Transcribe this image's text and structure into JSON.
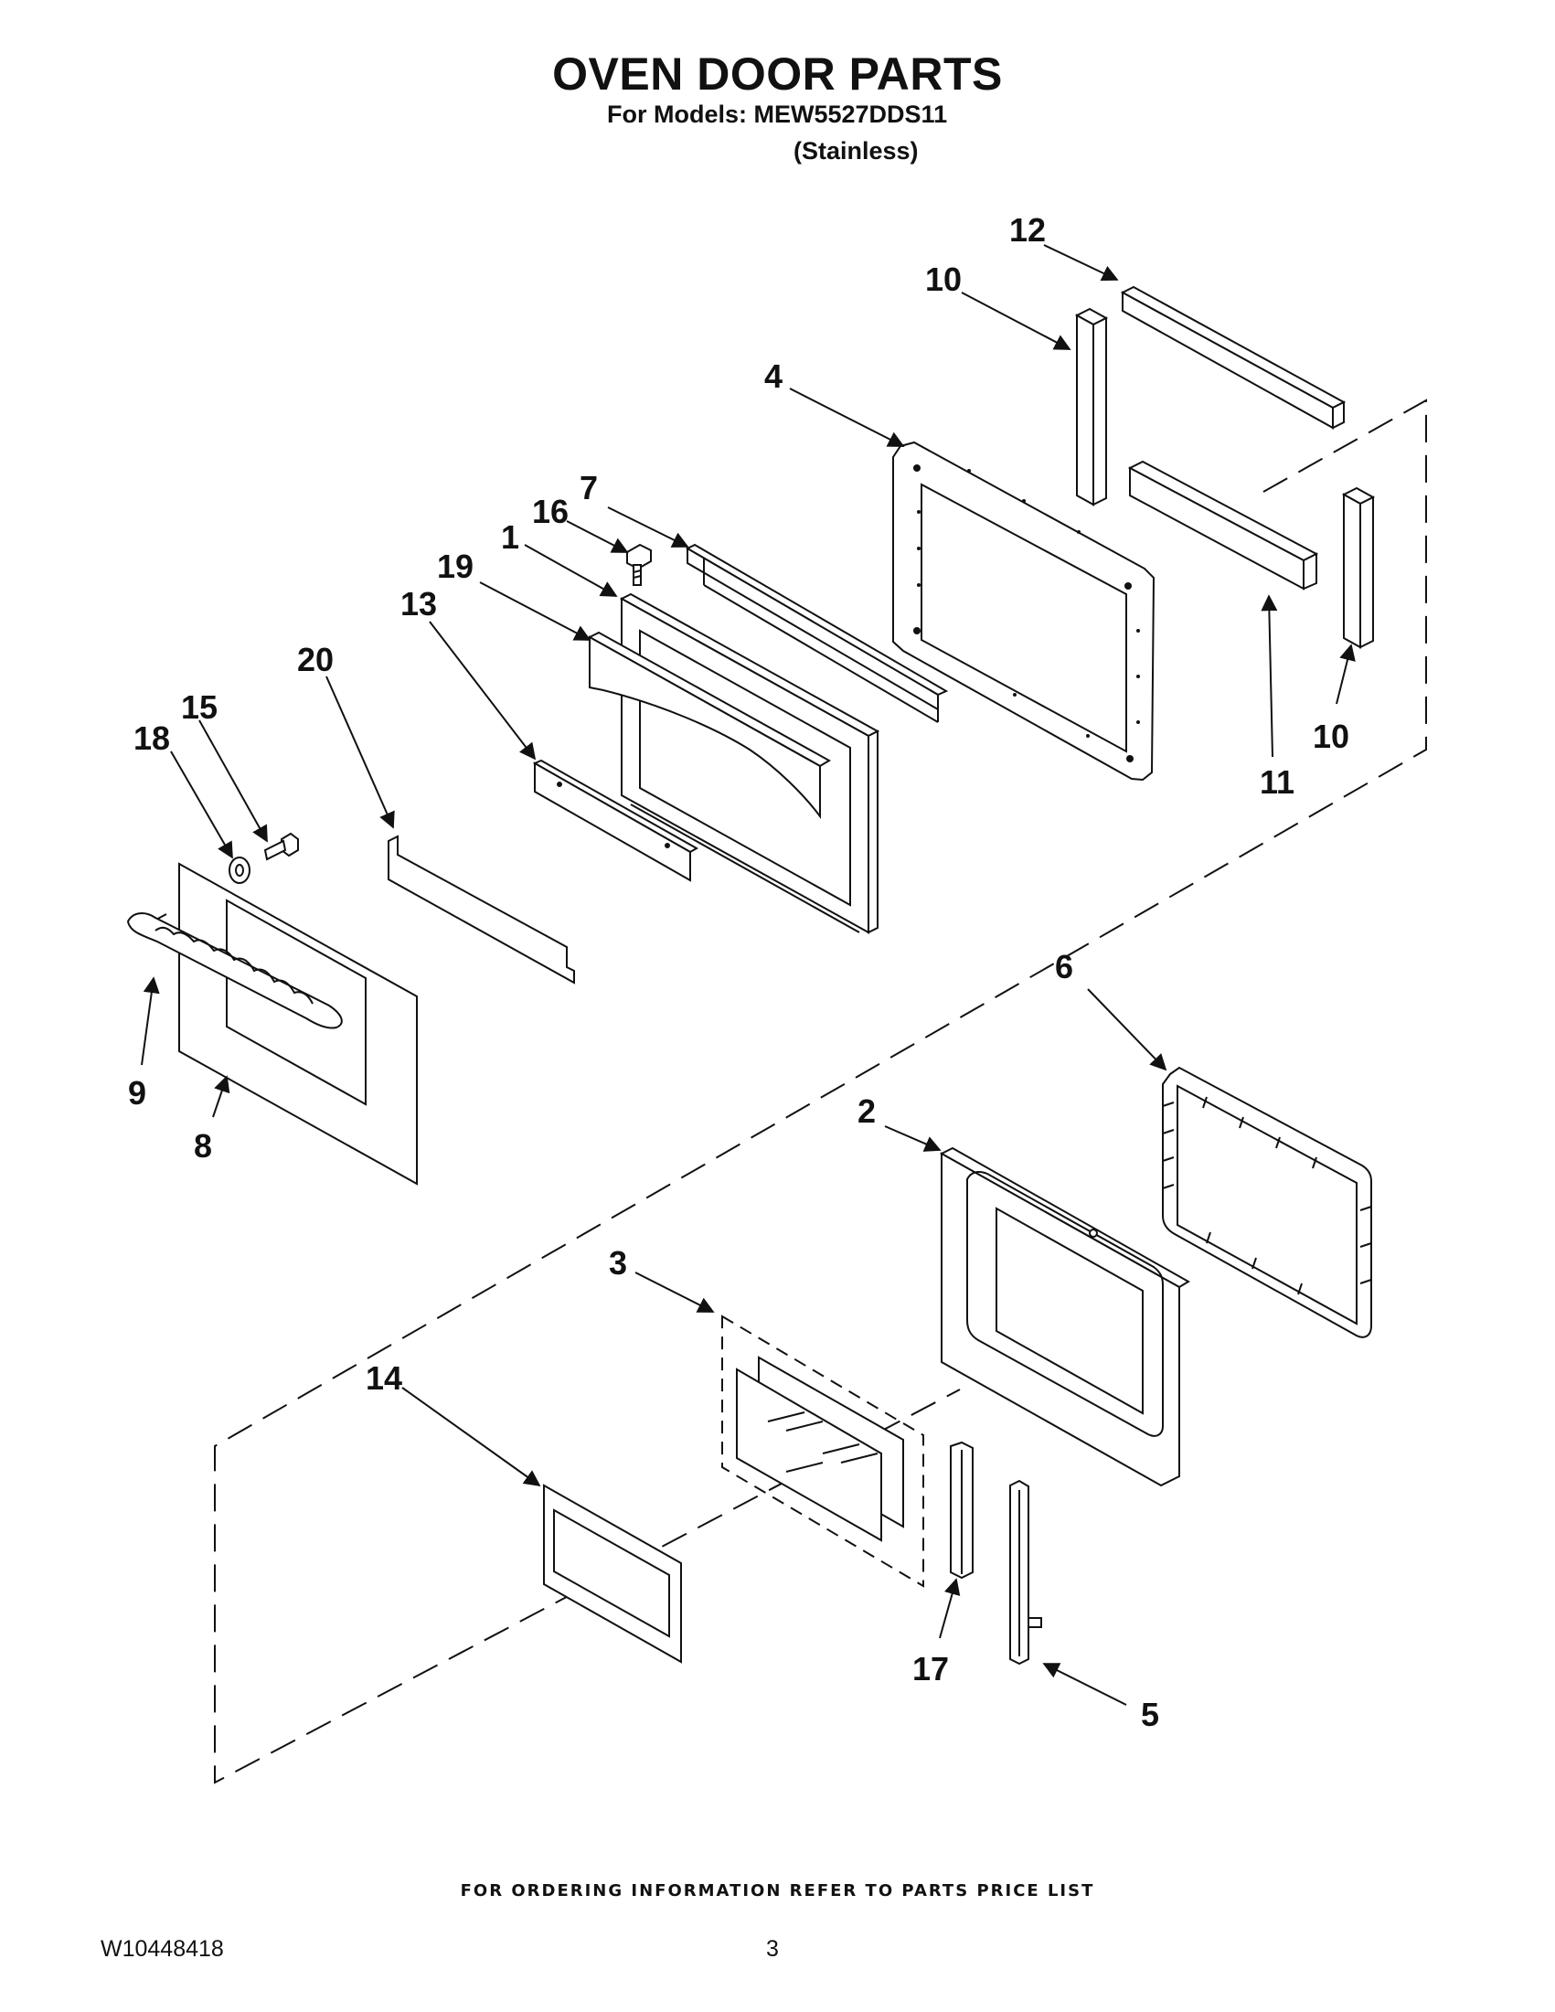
{
  "header": {
    "title": "OVEN DOOR PARTS",
    "models": "For Models: MEW5527DDS11",
    "finish": "(Stainless)"
  },
  "callouts": {
    "c1": "1",
    "c2": "2",
    "c3": "3",
    "c4": "4",
    "c5": "5",
    "c6": "6",
    "c7": "7",
    "c8": "8",
    "c9": "9",
    "c10a": "10",
    "c10b": "10",
    "c11": "11",
    "c12": "12",
    "c13": "13",
    "c14": "14",
    "c15": "15",
    "c16": "16",
    "c17": "17",
    "c18": "18",
    "c19": "19",
    "c20": "20"
  },
  "footer": {
    "note": "FOR ORDERING INFORMATION REFER TO PARTS PRICE LIST",
    "doc_number": "W10448418",
    "page_number": "3"
  }
}
